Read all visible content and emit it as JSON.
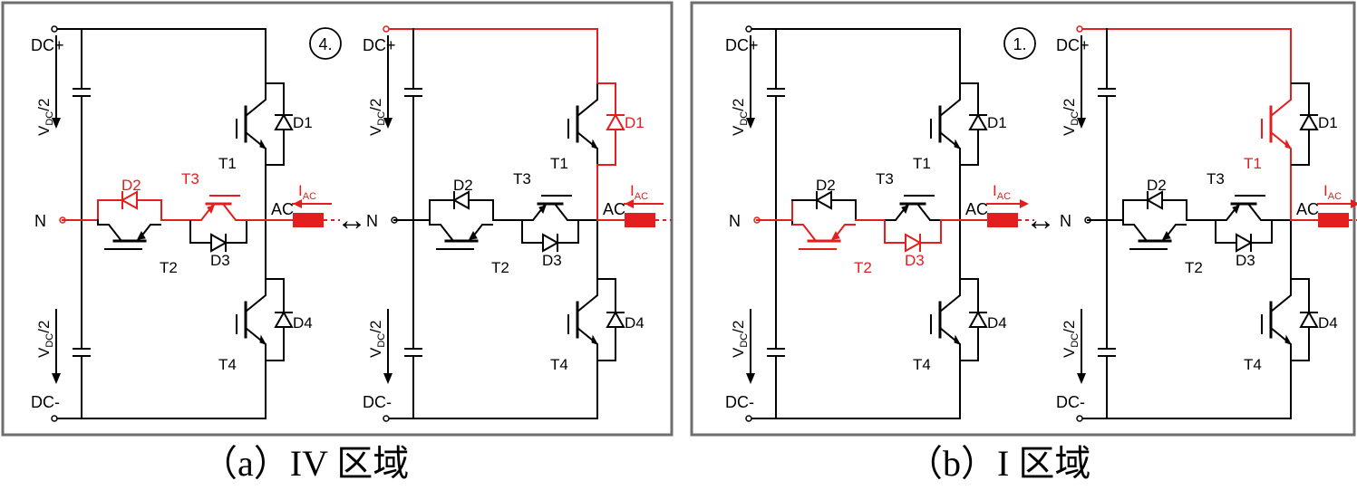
{
  "colors": {
    "normal": "#000000",
    "active": "#e41e1e",
    "border": "#6e6e6e"
  },
  "labels": {
    "dc_plus": "DC+",
    "dc_minus": "DC-",
    "vdc_main": "V",
    "vdc_sub": "DC",
    "vdc_tail": "/2",
    "neutral": "N",
    "ac": "AC",
    "iac_main": "I",
    "iac_sub": "AC",
    "t1": "T1",
    "t2": "T2",
    "t3": "T3",
    "t4": "T4",
    "d1": "D1",
    "d2": "D2",
    "d3": "D3",
    "d4": "D4",
    "swap": "↔"
  },
  "panels": [
    {
      "id": "a",
      "caption": "（a）IV 区域",
      "circuits": [
        {
          "state_badge": "4.",
          "active": [
            "n_path",
            "d2",
            "t3",
            "t3_bridge",
            "ac_out",
            "iac"
          ]
        },
        {
          "state_badge": "",
          "active": [
            "top_rail",
            "t1_drain",
            "d1",
            "d1_branch",
            "ac_out",
            "iac",
            "out_node"
          ]
        }
      ]
    },
    {
      "id": "b",
      "caption": "（b）I 区域",
      "circuits": [
        {
          "state_badge": "1.",
          "active": [
            "n_path",
            "t2",
            "d3",
            "d3_branch",
            "ac_out",
            "iac",
            "t3_bridge"
          ]
        },
        {
          "state_badge": "",
          "active": [
            "top_rail",
            "t1",
            "t1_drain",
            "ac_out",
            "iac",
            "out_node"
          ]
        }
      ]
    }
  ]
}
